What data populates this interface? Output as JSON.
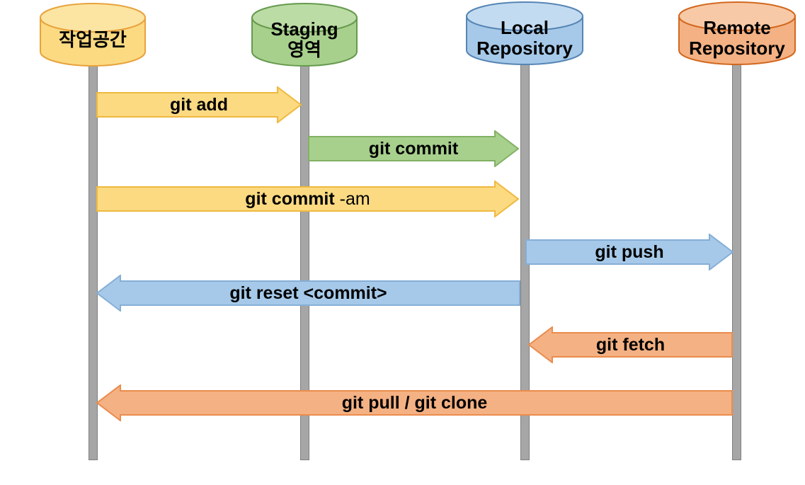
{
  "diagram": {
    "name": "git-workflow-sequence-diagram",
    "background": "#FFFFFF",
    "lifeline_color": "#A6A6A6",
    "lifeline_border_color": "#808080",
    "text_color": "#000000",
    "nodes": [
      {
        "id": "workspace",
        "line1": "작업공간",
        "line2": "",
        "fill": "#FBDA82",
        "fill_top": "#FCE5A2",
        "stroke": "#E8A33D"
      },
      {
        "id": "staging-area",
        "line1": "Staging",
        "line2": "영역",
        "fill": "#A8D08D",
        "fill_top": "#BBDCA4",
        "stroke": "#669A4E"
      },
      {
        "id": "local-repository",
        "line1": "Local",
        "line2": "Repository",
        "fill": "#A6C9E9",
        "fill_top": "#C3DBF1",
        "stroke": "#5685B4"
      },
      {
        "id": "remote-repository",
        "line1": "Remote",
        "line2": "Repository",
        "fill": "#F4B183",
        "fill_top": "#F8C9A6",
        "stroke": "#D2681F"
      }
    ],
    "arrows": [
      {
        "id": "git-add",
        "bold": "git add",
        "regular": "",
        "from": "workspace",
        "to": "staging-area",
        "direction": "right",
        "fill": "#FBDA82",
        "stroke": "#EFB93F"
      },
      {
        "id": "git-commit",
        "bold": "git commit",
        "regular": "",
        "from": "staging-area",
        "to": "local-repository",
        "direction": "right",
        "fill": "#A8D08D",
        "stroke": "#82B164"
      },
      {
        "id": "git-commit-am",
        "bold": "git commit",
        "regular": " -am",
        "from": "workspace",
        "to": "local-repository",
        "direction": "right",
        "fill": "#FBDA82",
        "stroke": "#EFB93F"
      },
      {
        "id": "git-push",
        "bold": "git push",
        "regular": "",
        "from": "local-repository",
        "to": "remote-repository",
        "direction": "right",
        "fill": "#A6C9E9",
        "stroke": "#86AED6"
      },
      {
        "id": "git-reset",
        "bold": "git reset <commit>",
        "regular": "",
        "from": "local-repository",
        "to": "workspace",
        "direction": "left",
        "fill": "#A6C9E9",
        "stroke": "#86AED6"
      },
      {
        "id": "git-fetch",
        "bold": "git fetch",
        "regular": "",
        "from": "remote-repository",
        "to": "local-repository",
        "direction": "left",
        "fill": "#F4B183",
        "stroke": "#EA8C4D"
      },
      {
        "id": "git-pull-clone",
        "bold": "git pull / git clone",
        "regular": "",
        "from": "remote-repository",
        "to": "workspace",
        "direction": "left",
        "fill": "#F4B183",
        "stroke": "#EA8C4D"
      }
    ]
  }
}
